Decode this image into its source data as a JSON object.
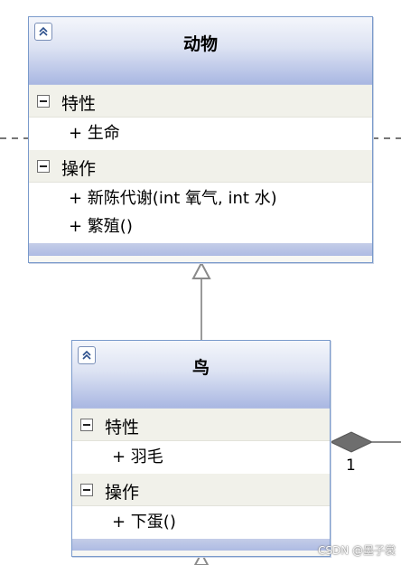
{
  "classes": [
    {
      "title": "动物",
      "attributes_title": "特性",
      "attributes": [
        "+ 生命"
      ],
      "operations_title": "操作",
      "operations": [
        "+ 新陈代谢(int 氧气, int 水)",
        "+ 繁殖()"
      ]
    },
    {
      "title": "鸟",
      "attributes_title": "特性",
      "attributes": [
        "+ 羽毛"
      ],
      "operations_title": "操作",
      "operations": [
        "+ 下蛋()"
      ]
    }
  ],
  "multiplicity": "1",
  "watermark": "CSDN @墨子裳",
  "colors": {
    "border": "#7a9acb",
    "connector": "#9a9a9a",
    "composition_fill": "#6e6e6e"
  }
}
